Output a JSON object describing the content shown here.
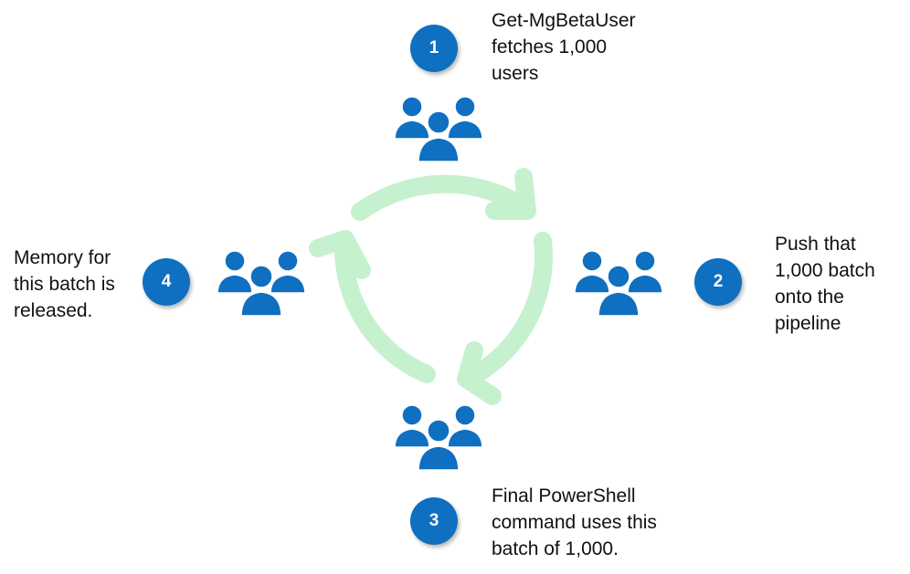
{
  "colors": {
    "badge": "#0f6fc1",
    "users_icon": "#0f6fc1",
    "cycle_arrow": "#c6f1cf",
    "text": "#111111"
  },
  "icons": {
    "users": "users-group-icon",
    "cycle": "circular-arrow"
  },
  "steps": [
    {
      "number": "1",
      "text": "Get-MgBetaUser\nfetches 1,000\nusers"
    },
    {
      "number": "2",
      "text": "Push that\n1,000 batch\nonto the\npipeline"
    },
    {
      "number": "3",
      "text": "Final PowerShell\ncommand uses this\nbatch of 1,000."
    },
    {
      "number": "4",
      "text": "Memory for\nthis batch is\nreleased."
    }
  ]
}
